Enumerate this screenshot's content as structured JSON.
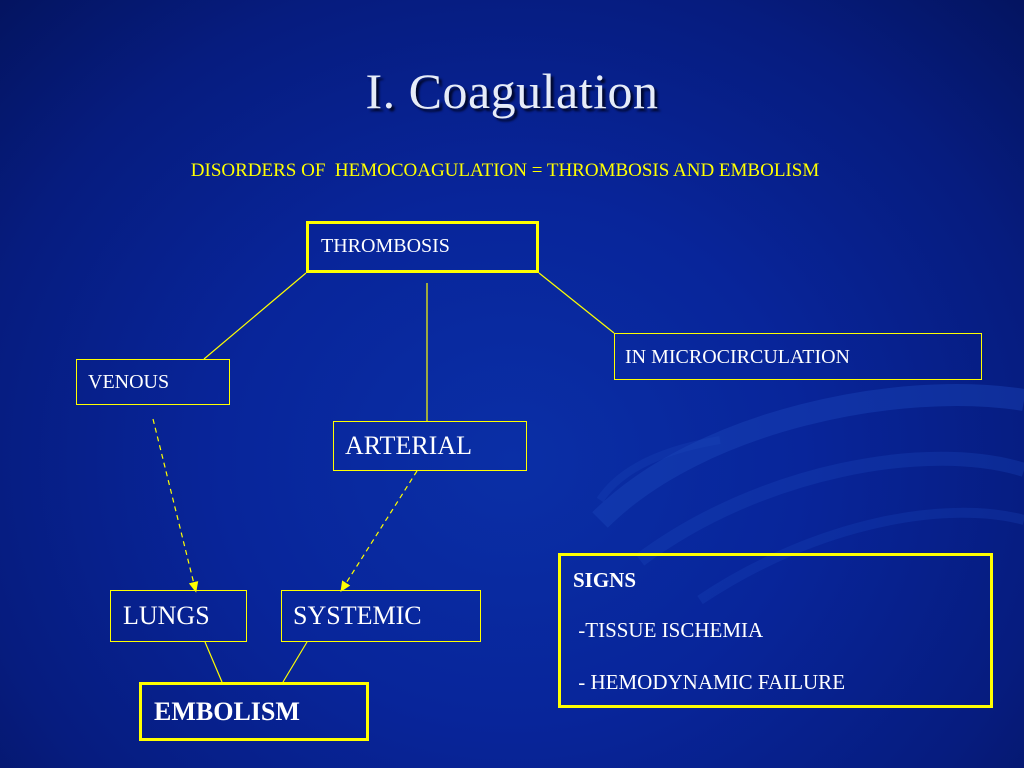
{
  "slide": {
    "title": "I. Coagulation",
    "subtitle": "DISORDERS OF  HEMOCOAGULATION = THROMBOSIS AND EMBOLISM"
  },
  "diagram": {
    "nodes": {
      "thrombosis": "THROMBOSIS",
      "venous": "VENOUS",
      "arterial": "ARTERIAL",
      "microcirculation": "IN MICROCIRCULATION",
      "lungs": "LUNGS",
      "systemic": "SYSTEMIC",
      "embolism": "EMBOLISM"
    },
    "signs": {
      "heading": "SIGNS",
      "items": [
        " -TISSUE ISCHEMIA",
        " - HEMODYNAMIC FAILURE"
      ]
    },
    "edges": [
      {
        "from": "THROMBOSIS",
        "to": "VENOUS",
        "style": "solid"
      },
      {
        "from": "THROMBOSIS",
        "to": "ARTERIAL",
        "style": "solid"
      },
      {
        "from": "THROMBOSIS",
        "to": "IN MICROCIRCULATION",
        "style": "solid"
      },
      {
        "from": "VENOUS",
        "to": "LUNGS",
        "style": "dashed-arrow"
      },
      {
        "from": "ARTERIAL",
        "to": "SYSTEMIC",
        "style": "dashed-arrow"
      },
      {
        "from": "LUNGS",
        "to": "EMBOLISM",
        "style": "solid"
      },
      {
        "from": "SYSTEMIC",
        "to": "EMBOLISM",
        "style": "solid"
      }
    ]
  },
  "colors": {
    "background": "#08259a",
    "accent": "#ffff00",
    "text": "#ffffff",
    "title": "#e6ecf8"
  }
}
